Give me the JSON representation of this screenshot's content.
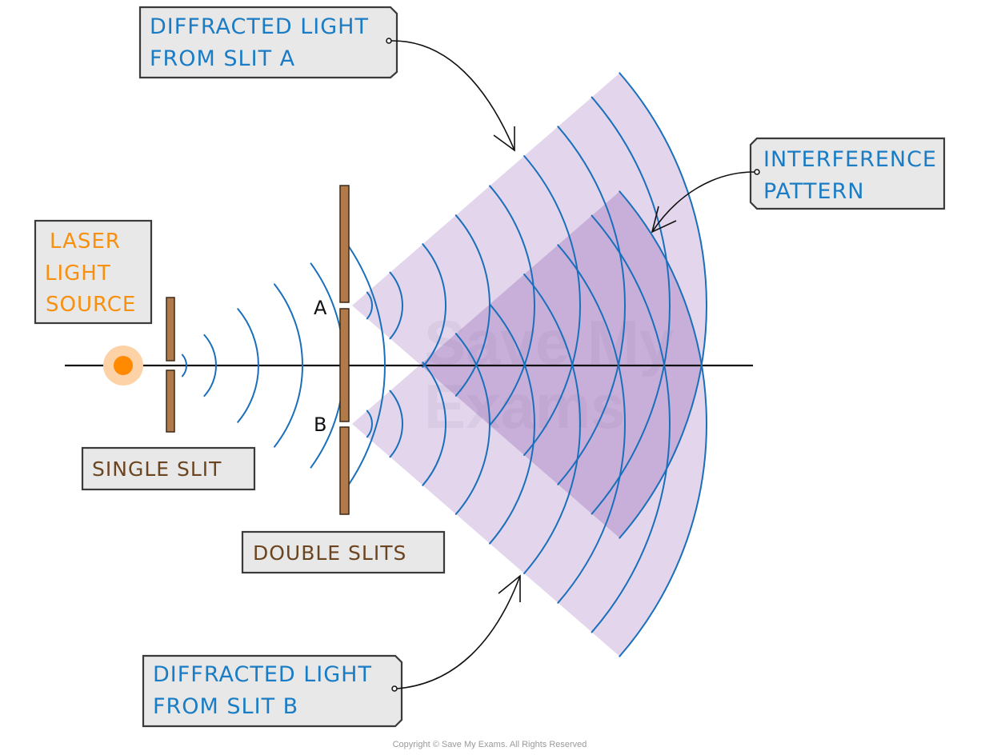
{
  "title": "Double slit interference of laser light",
  "labels": {
    "diffracted_a": [
      "DIFFRACTED  LIGHT",
      "FROM  SLIT  A"
    ],
    "diffracted_b": [
      "DIFFRACTED  LIGHT",
      "FROM  SLIT  B"
    ],
    "interference": [
      "INTERFERENCE",
      "PATTERN"
    ],
    "laser": [
      "LASER",
      "LIGHT",
      "SOURCE"
    ],
    "single_slit": "SINGLE  SLIT",
    "double_slits": "DOUBLE  SLITS",
    "slit_a": "A",
    "slit_b": "B"
  },
  "watermark": [
    "Save My",
    "Exams"
  ],
  "copyright": "Copyright © Save My Exams. All Rights Reserved",
  "colors": {
    "wave": "#1a6fbb",
    "wedge": "#e3d6ec",
    "overlap": "#c7afd9",
    "barrier": "#b07a4a",
    "barrier_outline": "#3a2a1a",
    "source_core": "#ff8a00",
    "source_glow": "#fcd2a6",
    "label_blue": "#1a7cc4",
    "label_orange": "#f7900f",
    "label_brown": "#6b4420",
    "label_box": "#e8e8e8",
    "label_border": "#3a3a3a"
  },
  "waves": {
    "single_slit_wavefront_count": 5,
    "wavefronts_per_slit": 8
  }
}
